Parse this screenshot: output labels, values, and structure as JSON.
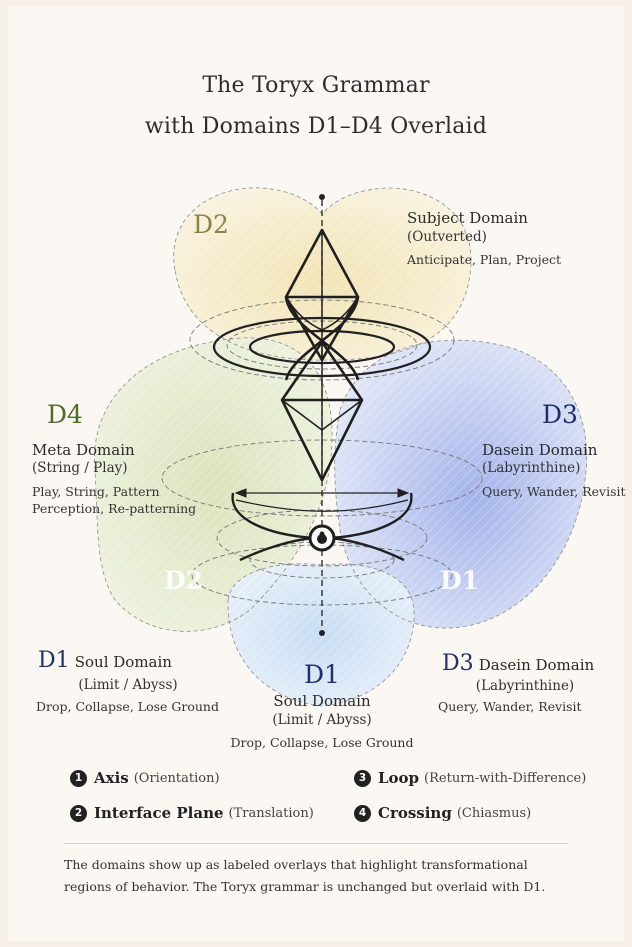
{
  "title": {
    "line1": "The Toryx Grammar",
    "line2": "with Domains D1–D4 Overlaid"
  },
  "domains": {
    "d2_top": {
      "tag": "D2",
      "name": "Subject Domain",
      "sub": "(Outverted)",
      "actions": "Anticipate, Plan, Project",
      "color": "#8a8248"
    },
    "d4": {
      "tag": "D4",
      "name": "Meta Domain",
      "sub": "(String / Play)",
      "actions_line1": "Play, String, Pattern",
      "actions_line2": "Perception, Re-patterning",
      "color": "#4f6b2a"
    },
    "d3_right": {
      "tag": "D3",
      "name": "Dasein Domain",
      "sub": "(Labyrinthine)",
      "actions": "Query, Wander, Revisit",
      "color": "#1f2f6b"
    },
    "d2_inner": {
      "tag": "D2"
    },
    "d1_inner": {
      "tag": "D1"
    },
    "d1_left": {
      "tag": "D1",
      "name": "Soul Domain",
      "sub": "(Limit / Abyss)",
      "actions": "Drop, Collapse, Lose Ground",
      "color": "#1f2f6b"
    },
    "d1_center": {
      "tag": "D1",
      "name": "Soul Domain",
      "sub": "(Limit / Abyss)",
      "actions": "Drop, Collapse, Lose Ground",
      "color": "#1f2f6b"
    },
    "d3_bottom": {
      "tag": "D3",
      "name": "Dasein Domain",
      "sub": "(Labyrinthine)",
      "actions": "Query, Wander, Revisit",
      "color": "#1f2f6b"
    }
  },
  "legend": [
    {
      "num": "1",
      "name": "Axis",
      "desc": "(Orientation)"
    },
    {
      "num": "2",
      "name": "Interface Plane",
      "desc": "(Translation)"
    },
    {
      "num": "3",
      "name": "Loop",
      "desc": "(Return-with-Difference)"
    },
    {
      "num": "4",
      "name": "Crossing",
      "desc": "(Chiasmus)"
    }
  ],
  "caption": {
    "line1": "The domains show up as labeled overlays that highlight transformational",
    "line2": "regions of behavior. The Toryx grammar is unchanged but overlaid with D1."
  },
  "colors": {
    "blob_yellow": "#f3e6b8",
    "blob_green": "#dfe7c4",
    "blob_blue": "#c9d3f1",
    "blob_lightblue": "#d6e6f6",
    "ink": "#1f1f1f"
  }
}
